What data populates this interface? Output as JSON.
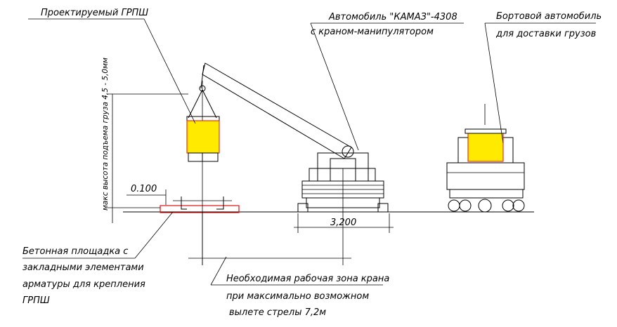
{
  "colors": {
    "load": "#ffea00",
    "pad_outline": "#e01010",
    "lines": "#000000"
  },
  "labels": {
    "projected_grpsh": "Проектируемый ГРПШ",
    "truck_title_1": "Автомобиль \"КАМАЗ\"-4308",
    "truck_title_2": "с краном-манипулятором",
    "flatbed_1": "Бортовой автомобиль",
    "flatbed_2": "для доставки грузов",
    "lift_height": "макс высота подъема груза 4,5 - 5,0мм",
    "offset_dim": "0.100",
    "base_dim": "3,200",
    "pad_1": "Бетонная площадка с",
    "pad_2": "закладными элементами",
    "pad_3": "арматуры для крепления",
    "pad_4": "ГРПШ",
    "zone_1": "Необходимая рабочая зона крана",
    "zone_2": "при максимально возможном",
    "zone_3": "вылете стрелы 7,2м"
  }
}
